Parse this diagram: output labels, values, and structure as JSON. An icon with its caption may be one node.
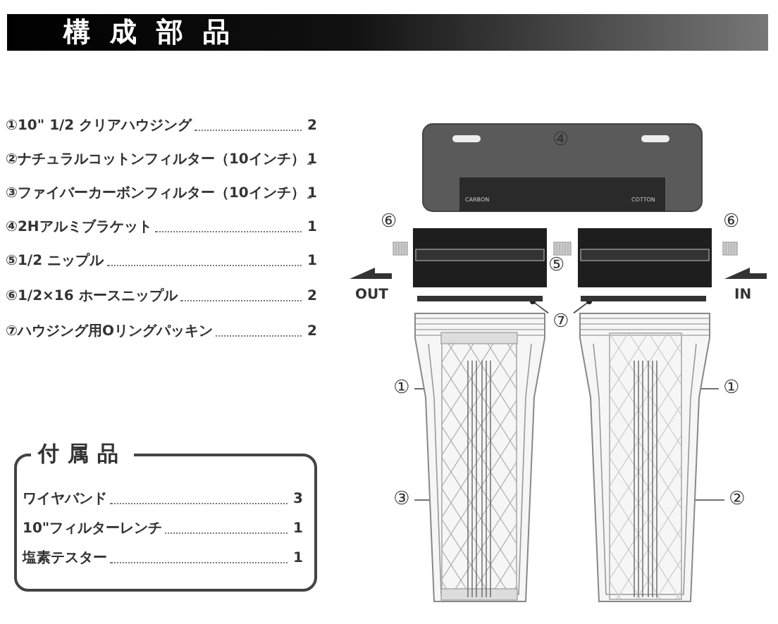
{
  "diagram": {
    "title": "構成部品",
    "nodes": [
      {
        "text": [
          "付属品",
          "ワイヤバンド",
          "3",
          "10\"フィルターレンチ",
          "1",
          "塩素テスター",
          "1"
        ]
      },
      {
        "text": [
          "①"
        ]
      },
      {
        "text": [
          "③"
        ]
      },
      {
        "text": [
          "①"
        ]
      },
      {
        "text": [
          "②"
        ]
      },
      {
        "text": [
          "⑦"
        ]
      },
      {
        "text": [],
        "shape": "picture"
      },
      {
        "text": [],
        "shape": "picture",
        "in": 6
      },
      {
        "text": [],
        "shape": "picture"
      },
      {
        "text": [],
        "shape": "picture",
        "in": 8
      },
      {
        "text": [],
        "shape": "bar"
      },
      {
        "text": [],
        "shape": "bar"
      }
    ],
    "edges": [
      {
        "from": 1,
        "to": 6,
        "arrow": "other"
      },
      {
        "from": 2,
        "to": 7,
        "arrow": "other"
      },
      {
        "from": 3,
        "to": 8,
        "arrow": "other"
      },
      {
        "from": 4,
        "to": 9,
        "arrow": "other"
      },
      {
        "from": 5,
        "to": 10,
        "arrow": "other"
      },
      {
        "from": 5,
        "to": 11,
        "arrow": "other"
      }
    ],
    "labels": [
      "①10\" 1/2 クリアハウジング",
      "2",
      "②ナチュラルコットンフィルター（10インチ）",
      "1",
      "③ファイバーカーボンフィルター（10インチ）",
      "1",
      "④2Hアルミブラケット",
      "1",
      "⑤1/2 ニップル",
      "1",
      "⑥1/2×16 ホースニップル",
      "2",
      "⑦ハウジング用Oリングパッキン",
      "2",
      "④",
      "CARBON",
      "COTTON",
      "⑥",
      "⑥",
      "⑤",
      "OUT",
      "IN"
    ]
  }
}
